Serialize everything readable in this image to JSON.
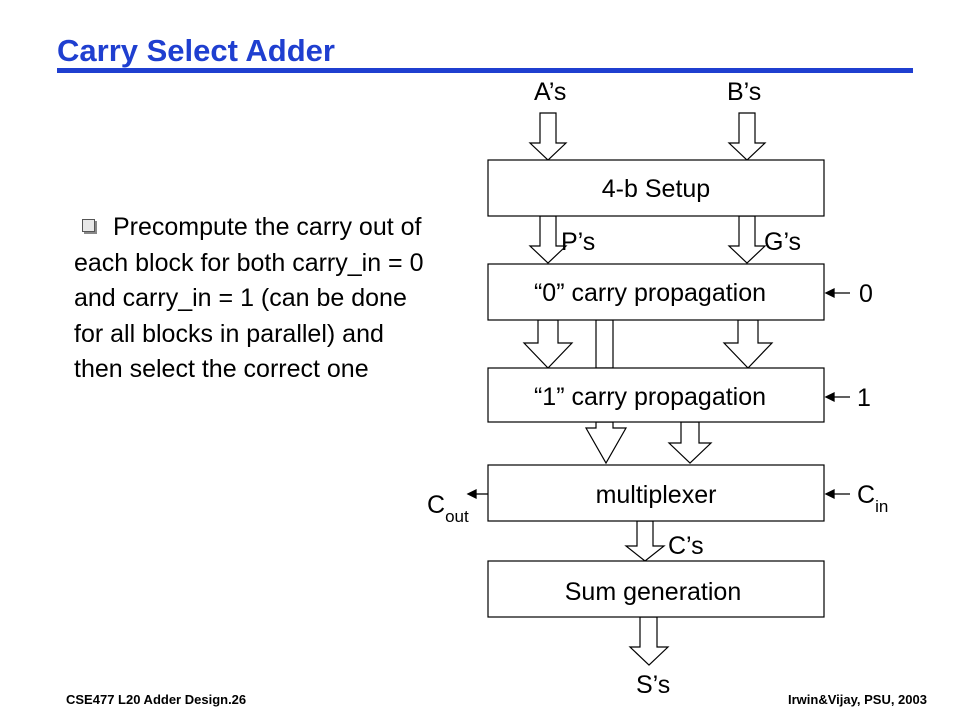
{
  "slide": {
    "title": "Carry Select Adder",
    "bullet": "Precompute the carry out of each block for both carry_in = 0 and carry_in = 1 (can be done for all blocks in parallel) and then select the correct one",
    "footer_left": "CSE477  L20 Adder Design.26",
    "footer_right": "Irwin&Vijay, PSU, 2003"
  },
  "diagram": {
    "inputs": {
      "a": "A’s",
      "b": "B’s"
    },
    "blocks": {
      "setup": "4-b Setup",
      "carry0": "“0” carry propagation",
      "carry1": "“1” carry propagation",
      "mux": "multiplexer",
      "sum": "Sum generation"
    },
    "labels": {
      "p": "P’s",
      "g": "G’s",
      "zero": "0",
      "one": "1",
      "c_in_main": "C",
      "c_in_sub": "in",
      "c_out_main": "C",
      "c_out_sub": "out",
      "cs": "C’s",
      "ss": "S’s"
    }
  }
}
